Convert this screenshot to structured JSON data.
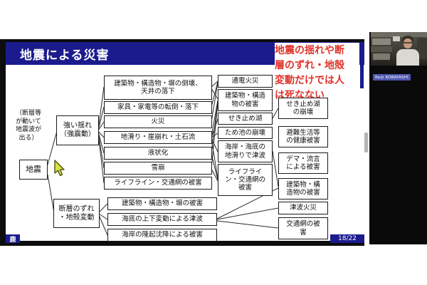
{
  "slide": {
    "title": "地震による災害",
    "footer_badge": "鹿",
    "page_indicator": "18/22",
    "annotation": "地震の揺れや断\n層のずれ・地殻\n変動だけでは人\nは死なない",
    "colors": {
      "title_bar": "#1b1b8e",
      "annotation_text": "#e0342b",
      "badge": "#1b1b8e"
    },
    "diagram": {
      "note": "（断層等\nが動いて\n地震波が\n出る）",
      "root": "地震",
      "cause_shaking": "強い揺れ\n（強震動）",
      "cause_fault": "断層のずれ\n・地殻変動",
      "shaking_effects": [
        "建築物・構造物・塀の倒壊、\n天井の落下",
        "家具・家電等の転倒・落下",
        "火災",
        "地滑り・崖崩れ・土石流",
        "液状化",
        "雪崩",
        "ライフライン・交通網の被害"
      ],
      "fault_effects": [
        "建築物・構造物・塀の被害",
        "海底の上下変動による津波",
        "海岸の隆起沈降による被害"
      ],
      "secondary_effects": [
        "通電火災",
        "建築物・構造\n物の被害",
        "せき止め湖",
        "ため池の崩壊",
        "海岸・海底の\n地滑りで津波",
        "ライフライ\nン・交通網の\n被害"
      ],
      "tertiary_effects": [
        "せき止め湖\nの崩壊",
        "避難生活等\nの健康被害",
        "デマ・流言\nによる被害",
        "建築物・構\n造物の被害",
        "津波火災",
        "交通網の被\n害"
      ]
    }
  },
  "video_panel": {
    "participant_name": "Reiji KOBAYASHI"
  }
}
